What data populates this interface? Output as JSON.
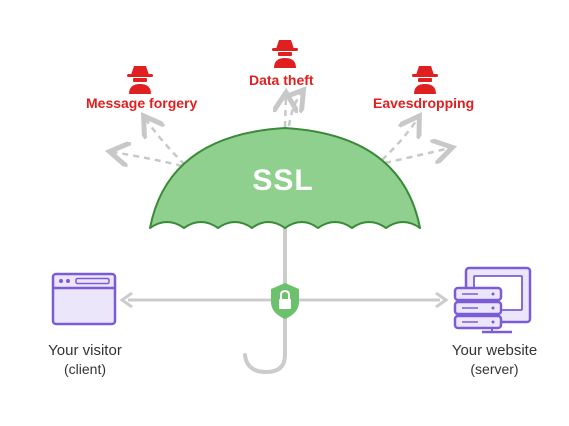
{
  "threats": [
    {
      "id": "message-forgery",
      "label": "Message forgery"
    },
    {
      "id": "data-theft",
      "label": "Data theft"
    },
    {
      "id": "eavesdropping",
      "label": "Eavesdropping"
    }
  ],
  "umbrella": {
    "label": "SSL"
  },
  "endpoints": {
    "visitor": {
      "title": "Your visitor",
      "subtitle": "(client)"
    },
    "website": {
      "title": "Your website",
      "subtitle": "(server)"
    }
  },
  "colors": {
    "threat": "#e02020",
    "umbrella_fill": "#8fd08f",
    "umbrella_stroke": "#3a8a3a",
    "shield": "#6cc26c",
    "device": "#7b5cd6",
    "device_fill": "#ece6fb",
    "connector": "#cccccc"
  },
  "icons": [
    "spy-icon",
    "lock-shield-icon",
    "browser-window-icon",
    "server-icon"
  ]
}
